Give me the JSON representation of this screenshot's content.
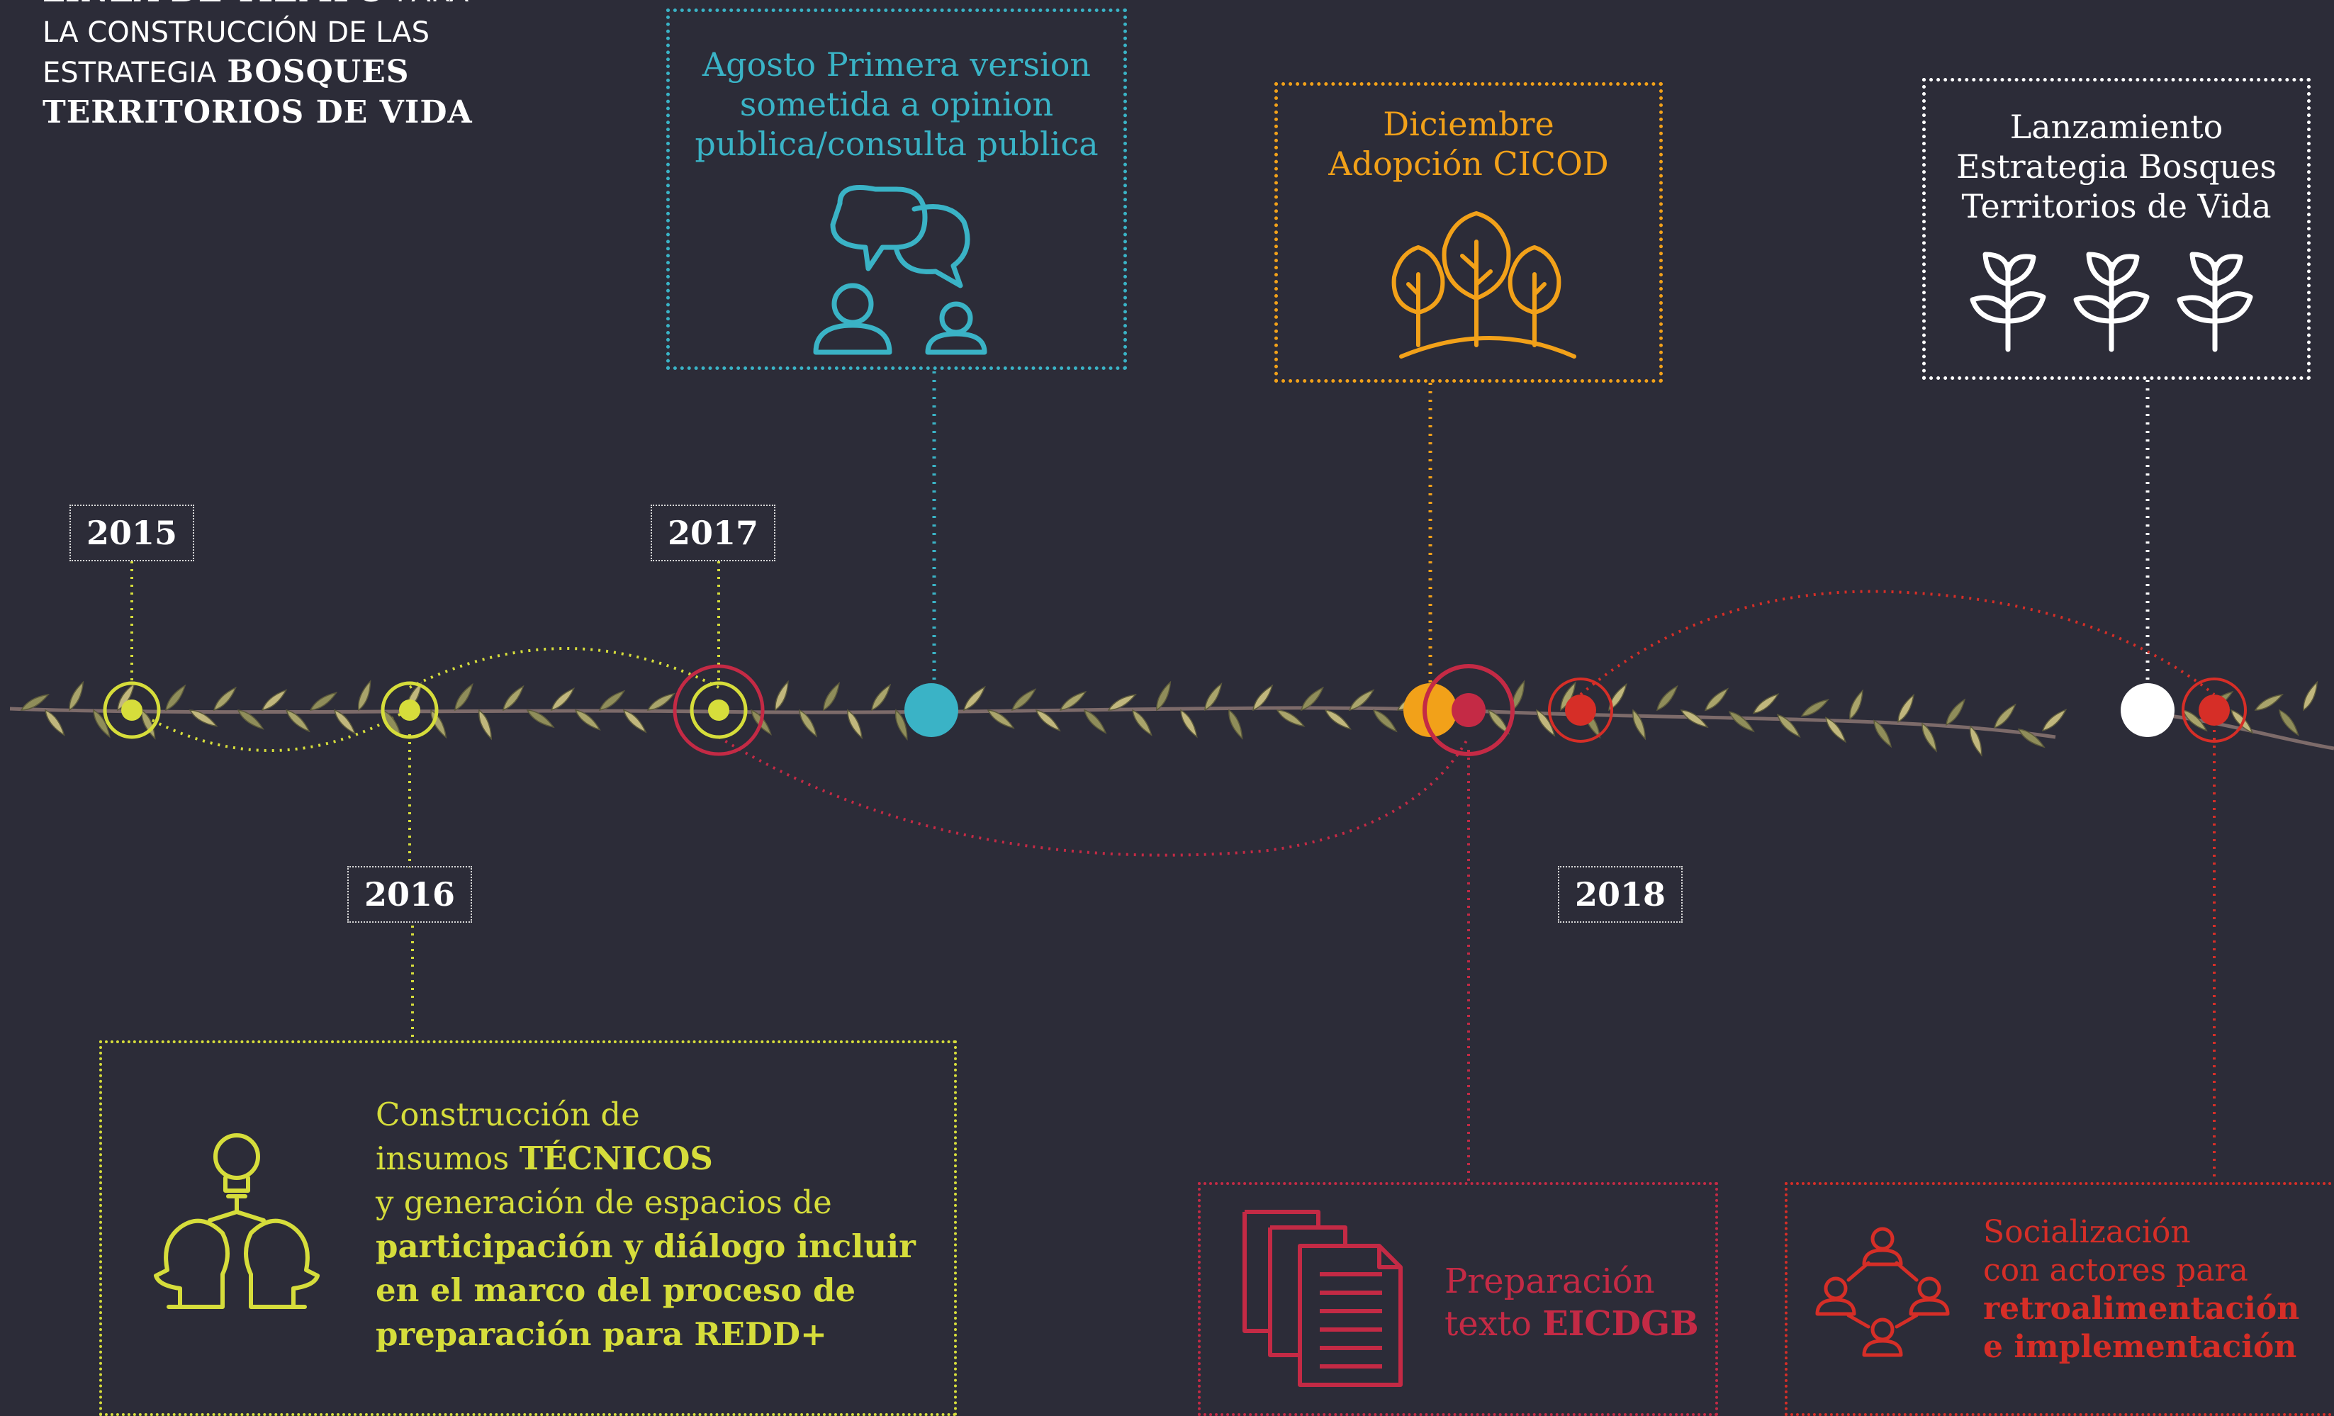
{
  "title": {
    "line1_bold": "LÍNEA DE TIEMPO",
    "line1_light": "PARA",
    "line2_light": "LA CONSTRUCCIÓN DE LAS",
    "line3_light": "ESTRATEGIA",
    "line3_bold": "BOSQUES",
    "line4_bold": "TERRITORIOS DE VIDA"
  },
  "years": {
    "y2015": "2015",
    "y2016": "2016",
    "y2017": "2017",
    "y2018": "2018"
  },
  "events": {
    "august": {
      "line1": "Agosto Primera version",
      "line2": "sometida a opinion",
      "line3": "publica/consulta publica",
      "icon": "speech-bubbles-people-icon"
    },
    "december": {
      "line1": "Diciembre",
      "line2": "Adopción CICOD",
      "icon": "trees-icon"
    },
    "launch": {
      "line1": "Lanzamiento",
      "line2": "Estrategia Bosques",
      "line3": "Territorios de Vida",
      "icon": "seedlings-icon"
    },
    "construction": {
      "line1": "Construcción de",
      "line2_light": "insumos",
      "line2_bold": "TÉCNICOS",
      "line3": "y generación de espacios de",
      "line4": "participación y diálogo incluir",
      "line5": "en el marco del proceso de",
      "line6": "preparación para REDD+",
      "icon": "heads-lightbulb-icon"
    },
    "preparation": {
      "line1": "Preparación",
      "line2_light": "texto",
      "line2_bold": "EICDGB",
      "icon": "documents-icon"
    },
    "socialization": {
      "line1": "Socialización",
      "line2": "con actores para",
      "line3": "retroalimentación",
      "line4": "e implementación",
      "icon": "network-people-icon"
    }
  },
  "colors": {
    "background": "#2c2c38",
    "teal": "#3ab3c6",
    "orange": "#f2a119",
    "white": "#ffffff",
    "lime": "#d6dd3b",
    "crimson": "#c42a45",
    "red": "#d62e27",
    "leaf": "#b9b27a"
  }
}
